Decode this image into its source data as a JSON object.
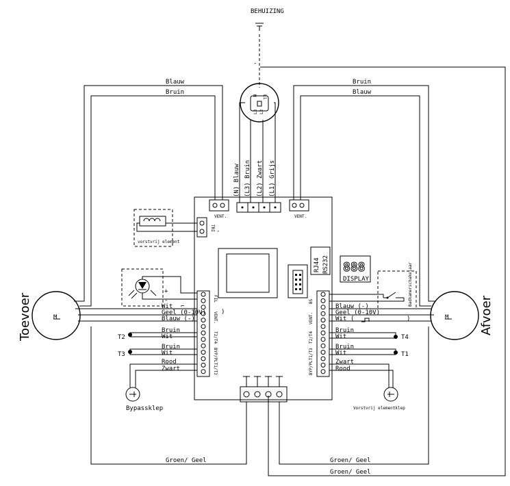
{
  "title": "BEHUIZING",
  "motors": {
    "left": "Toevoer",
    "right": "Afvoer",
    "symbol": "M"
  },
  "top_left_wires": [
    "Blauw",
    "Bruin"
  ],
  "top_right_wires": [
    "Bruin",
    "Blauw"
  ],
  "switch_pins": {
    "n": "N",
    "l1": "L1",
    "l2": "L2",
    "l3": "L3"
  },
  "supply_wires": [
    "(N) Blauw",
    "(L3) Bruin",
    "(L2) Zwart",
    "(L1) Grijs"
  ],
  "connectors": {
    "vent_left": "VENT.",
    "vent_right": "VENT.",
    "tri": "TRI"
  },
  "vorstvrij_element": "vorstvrij element",
  "display": {
    "digits": "888",
    "label": "DISPLAY",
    "rj44": "RJ44",
    "rs232": "RS232"
  },
  "badkamer": "Badkamerschakelaar",
  "left_terminals": [
    "Wit",
    "Geel  (0-10V)",
    "Blauw  (-)",
    "Bruin",
    "Wit",
    "Bruin",
    "Wit",
    "Rood",
    "Zwart"
  ],
  "left_group_labels": [
    "FIL",
    "VENT.",
    "T2/T4",
    "BYP/PLT1/T3"
  ],
  "right_terminals": [
    "Blauw  (-)",
    "Geel  (0-10V)",
    "Wit",
    "Bruin",
    "Wit",
    "Bruin",
    "Wit",
    "Zwart",
    "Rood"
  ],
  "right_group_labels": [
    "BS",
    "VENT.",
    "T2/T4",
    "BYP/PLT1/T3"
  ],
  "sensors": {
    "t2": "T2",
    "t3": "T3",
    "t4": "T4",
    "t1": "T1"
  },
  "bypassklep": "Bypassklep",
  "vorstvrij_elementklep": "Vorstvrij elementklep",
  "earth_wires": [
    "Groen/ Geel",
    "Groen/ Geel",
    "Groen/ Geel"
  ],
  "polarity": {
    "plus": "+",
    "minus": "-"
  }
}
